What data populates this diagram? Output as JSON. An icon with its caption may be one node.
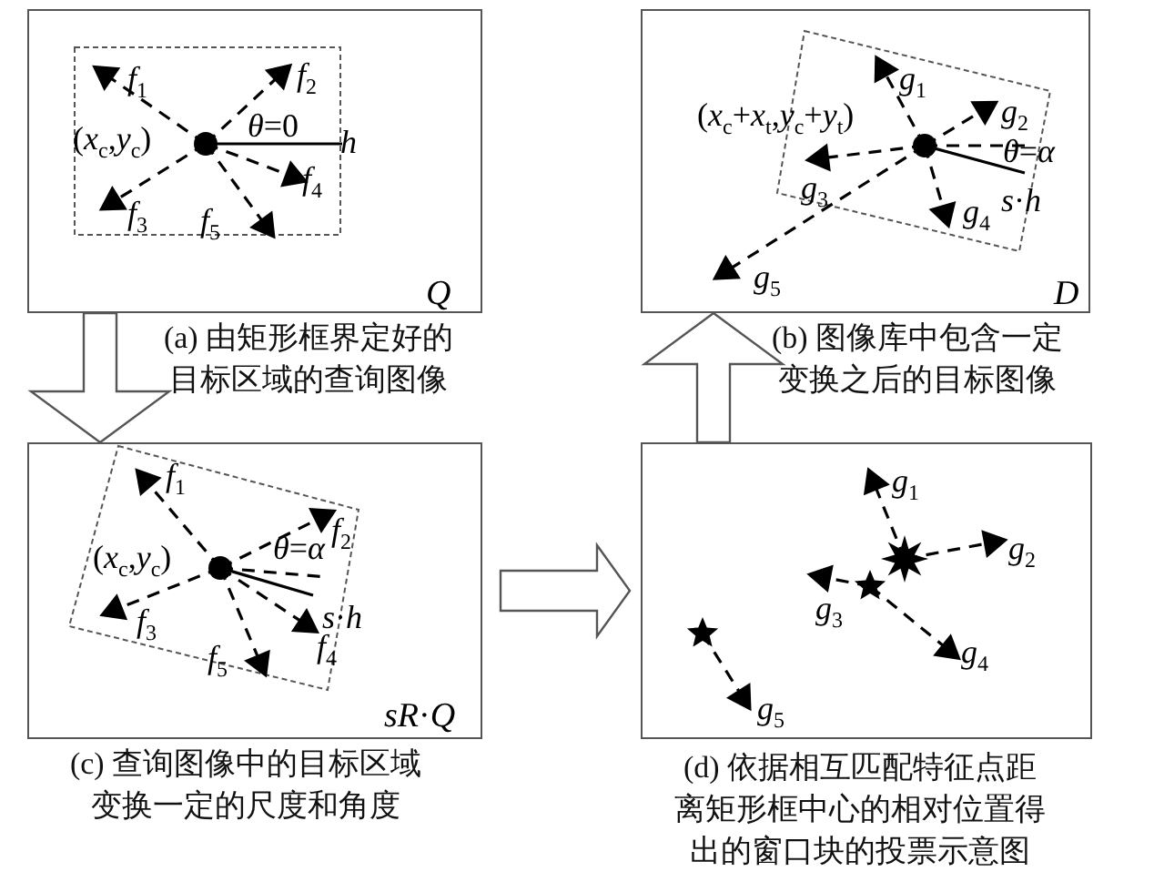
{
  "diagram": {
    "nodes": [
      {
        "text": [
          "*Q*"
        ],
        "beside": [
          "(a) 由矩形框界定好的目标区域的查询图像"
        ]
      },
      {
        "text": [
          "*D*"
        ],
        "beside": [
          "(b) 图像库中包含一定变换之后的目标图像"
        ]
      },
      {
        "text": [
          "*sR*·*Q*"
        ],
        "beside": [
          "(c) 查询图像中的目标区域变换一定的尺度和角度"
        ]
      },
      {
        "text": [],
        "shape": "box",
        "beside": [
          "(d) 依据相互匹配特征点距离矩形框中心的相对位置得出的窗口块的投票示意图"
        ]
      }
    ],
    "edges": [
      {
        "from": 0,
        "to": 2,
        "arrow": "to"
      },
      {
        "from": 2,
        "to": 3,
        "arrow": "to"
      },
      {
        "from": 3,
        "to": 1,
        "arrow": "to"
      }
    ],
    "labels": [
      "*f*$_{1}$",
      "*f*$_{2}$",
      "(*x*$_{c}$,*y*$_{c}$)",
      "*θ*=0",
      "*h*",
      "*f*$_{4}$",
      "*f*$_{3}$",
      "*f*$_{5}$",
      "*g*$_{1}$",
      "(*x*$_{c}$+*x*$_{t}$,*y*$_{c}$+*y*$_{t}$)",
      "*g*$_{2}$",
      "*θ*=*α*",
      "*g*$_{3}$",
      "*s*·*h*",
      "*g*$_{4}$",
      "*g*$_{5}$",
      "*f*$_{1}$",
      "*f*$_{2}$",
      "(*x*$_{c}$,*y*$_{c}$)",
      "*θ*=*α*",
      "*s*·*h*",
      "*f*$_{3}$",
      "*f*$_{5}$",
      "*f*$_{4}$",
      "*g*$_{1}$",
      "*g*$_{2}$",
      "*g*$_{3}$",
      "*g*$_{4}$",
      "*g*$_{5}$"
    ]
  }
}
